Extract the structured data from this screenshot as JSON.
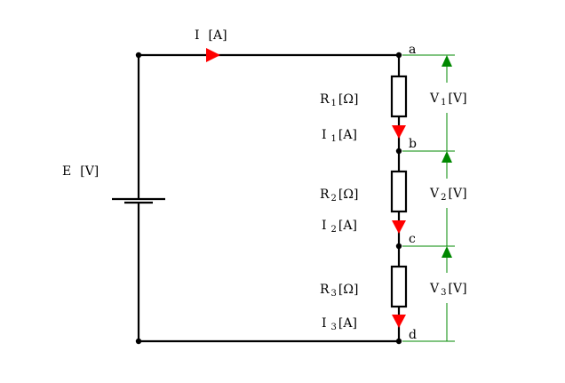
{
  "diagram": {
    "source": {
      "name": "E",
      "unit": "[V]"
    },
    "total_current": {
      "name": "I",
      "unit": "[A]"
    },
    "nodes": [
      "a",
      "b",
      "c",
      "d"
    ],
    "resistors": [
      {
        "name": "R",
        "sub": "1",
        "unit": "[Ω]",
        "current": "I",
        "current_sub": "1",
        "current_unit": "[A]",
        "voltage": "V",
        "voltage_sub": "1",
        "voltage_unit": "[V]"
      },
      {
        "name": "R",
        "sub": "2",
        "unit": "[Ω]",
        "current": "I",
        "current_sub": "2",
        "current_unit": "[A]",
        "voltage": "V",
        "voltage_sub": "2",
        "voltage_unit": "[V]"
      },
      {
        "name": "R",
        "sub": "3",
        "unit": "[Ω]",
        "current": "I",
        "current_sub": "3",
        "current_unit": "[A]",
        "voltage": "V",
        "voltage_sub": "3",
        "voltage_unit": "[V]"
      }
    ],
    "colors": {
      "wire": "#000000",
      "current_arrow": "#ff0000",
      "voltage_arrow": "#008800"
    }
  }
}
